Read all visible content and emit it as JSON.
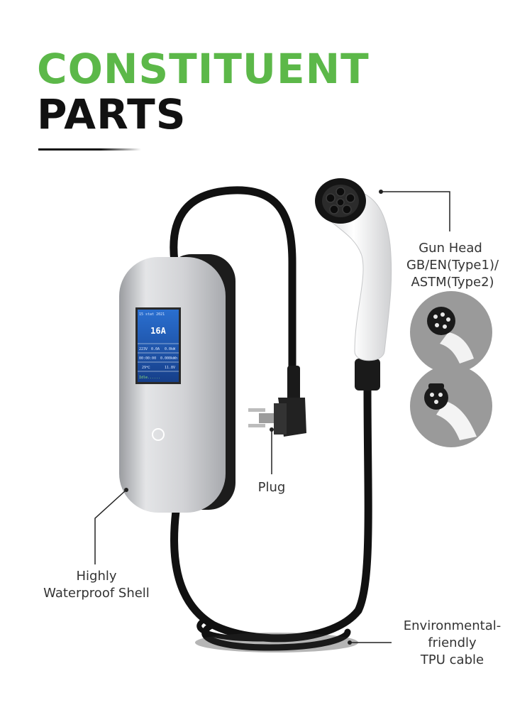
{
  "heading": {
    "line1": "CONSTITUENT",
    "line2": "PARTS"
  },
  "screen": {
    "status_text": "15 stat 2021",
    "current": "16A",
    "row1": [
      "223V",
      "0.0A",
      "0.0kW"
    ],
    "row2": [
      "00:00:00",
      "0.000kWh"
    ],
    "row3": [
      "29℃",
      "11.8V"
    ],
    "state": "Idle......"
  },
  "labels": {
    "gun_head": [
      "Gun Head",
      "GB/EN(Type1)/",
      "ASTM(Type2)"
    ],
    "plug": "Plug",
    "shell": [
      "Highly",
      "Waterproof Shell"
    ],
    "cable": [
      "Environmental-",
      "friendly",
      "TPU cable"
    ]
  },
  "colors": {
    "accent": "#5cb849",
    "title": "#111111",
    "text": "#333333",
    "lcd_bg": "#1f4fa3"
  }
}
